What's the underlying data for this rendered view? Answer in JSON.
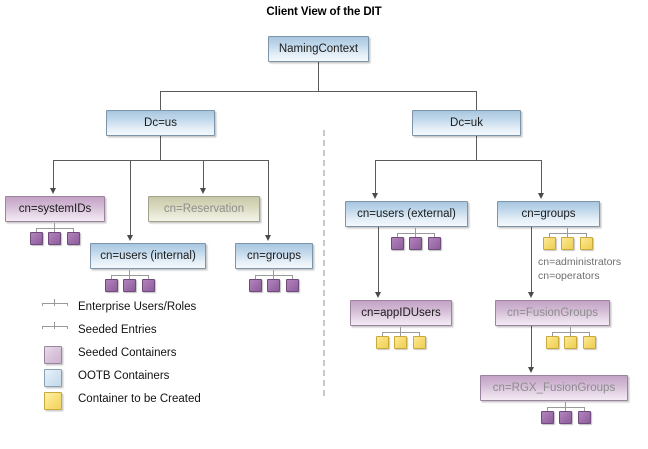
{
  "title": "Client View of the DIT",
  "nodes": {
    "naming_context": "NamingContext",
    "dc_us": "Dc=us",
    "dc_uk": "Dc=uk",
    "cn_systemids": "cn=systemIDs",
    "cn_reservation": "cn=Reservation",
    "cn_users_internal": "cn=users (internal)",
    "cn_groups_us": "cn=groups",
    "cn_users_external": "cn=users (external)",
    "cn_groups_uk": "cn=groups",
    "cn_appidusers": "cn=appIDUsers",
    "cn_fusiongroups": "cn=FusionGroups",
    "cn_rgx_fusiongroups": "cn=RGX_FusionGroups"
  },
  "annotations": {
    "administrators": "cn=administrators",
    "operators": "cn=operators"
  },
  "legend": [
    {
      "label": "Enterprise Users/Roles",
      "swatch": "entries-purple-icon"
    },
    {
      "label": "Seeded Entries",
      "swatch": "entries-yellow-icon"
    },
    {
      "label": "Seeded Containers",
      "swatch": "seeded-container-swatch"
    },
    {
      "label": "OOTB Containers",
      "swatch": "ootb-container-swatch"
    },
    {
      "label": "Container to be Created",
      "swatch": "created-container-swatch"
    }
  ],
  "colors": {
    "ootb_container": "#c4daec",
    "seeded_container": "#d4bcd6",
    "reserved_container": "#d8d8bd",
    "enterprise_entry": "#a272ae",
    "seeded_entry": "#f7dc72",
    "connector": "#5a5a5a",
    "divider": "#c9c9c9",
    "title_text": "#000000",
    "muted_text": "#8d8d8d"
  }
}
